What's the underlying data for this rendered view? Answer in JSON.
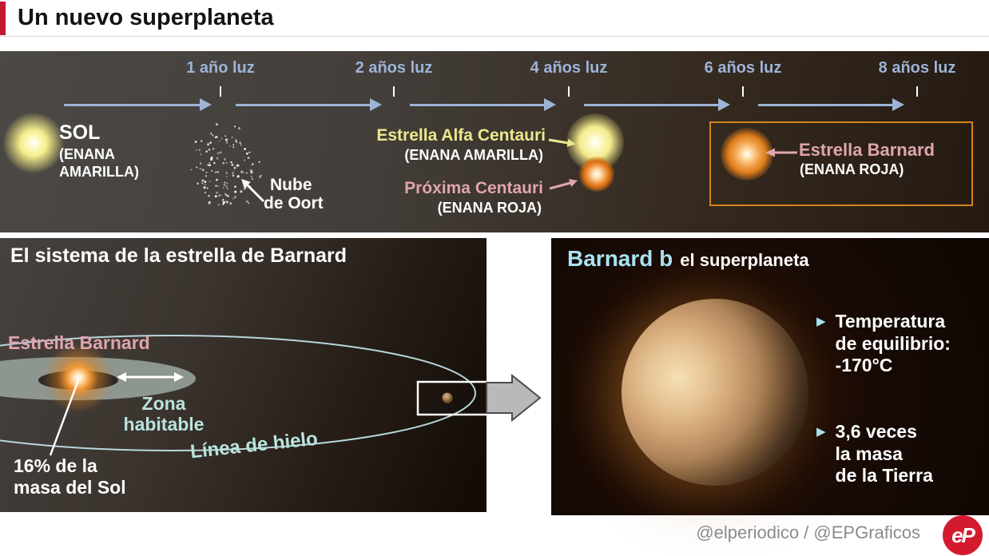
{
  "header": {
    "title": "Un nuevo superplaneta"
  },
  "scale": {
    "ticks": [
      "1 año luz",
      "2 años luz",
      "4 años luz",
      "6 años luz",
      "8 años luz"
    ]
  },
  "top": {
    "sol": {
      "name": "SOL",
      "type_line1": "(ENANA",
      "type_line2": "AMARILLA)"
    },
    "oort": {
      "line1": "Nube",
      "line2": "de Oort"
    },
    "alfa": {
      "name": "Estrella Alfa Centauri",
      "type": "(ENANA AMARILLA)"
    },
    "proxima": {
      "name": "Próxima Centauri",
      "type": "(ENANA ROJA)"
    },
    "barnard": {
      "name": "Estrella Barnard",
      "type": "(ENANA ROJA)"
    }
  },
  "system": {
    "title": "El sistema de la estrella de Barnard",
    "star_label": "Estrella Barnard",
    "zona_line1": "Zona",
    "zona_line2": "habitable",
    "ice_label": "Línea de hielo",
    "mass_line1": "16% de la",
    "mass_line2": "masa del Sol"
  },
  "planet": {
    "title_name": "Barnard b",
    "title_rest": "el superplaneta",
    "facts": [
      {
        "lines": [
          "Temperatura",
          "de equilibrio:",
          "-170°C"
        ]
      },
      {
        "lines": [
          "3,6 veces",
          "la masa",
          "de la Tierra"
        ]
      }
    ]
  },
  "footer": {
    "credits": "@elperiodico / @EPGraficos",
    "logo_text": "eP"
  },
  "colors": {
    "accent_red": "#c11a31",
    "scale_blue": "#9db4d6",
    "yellow_label": "#ece88f",
    "pink_label": "#dfa5ad",
    "orange_box": "#d8831d",
    "teal_label": "#b9e3dd",
    "cyan_title": "#a9e4f2",
    "ep_red": "#d41a2f"
  }
}
